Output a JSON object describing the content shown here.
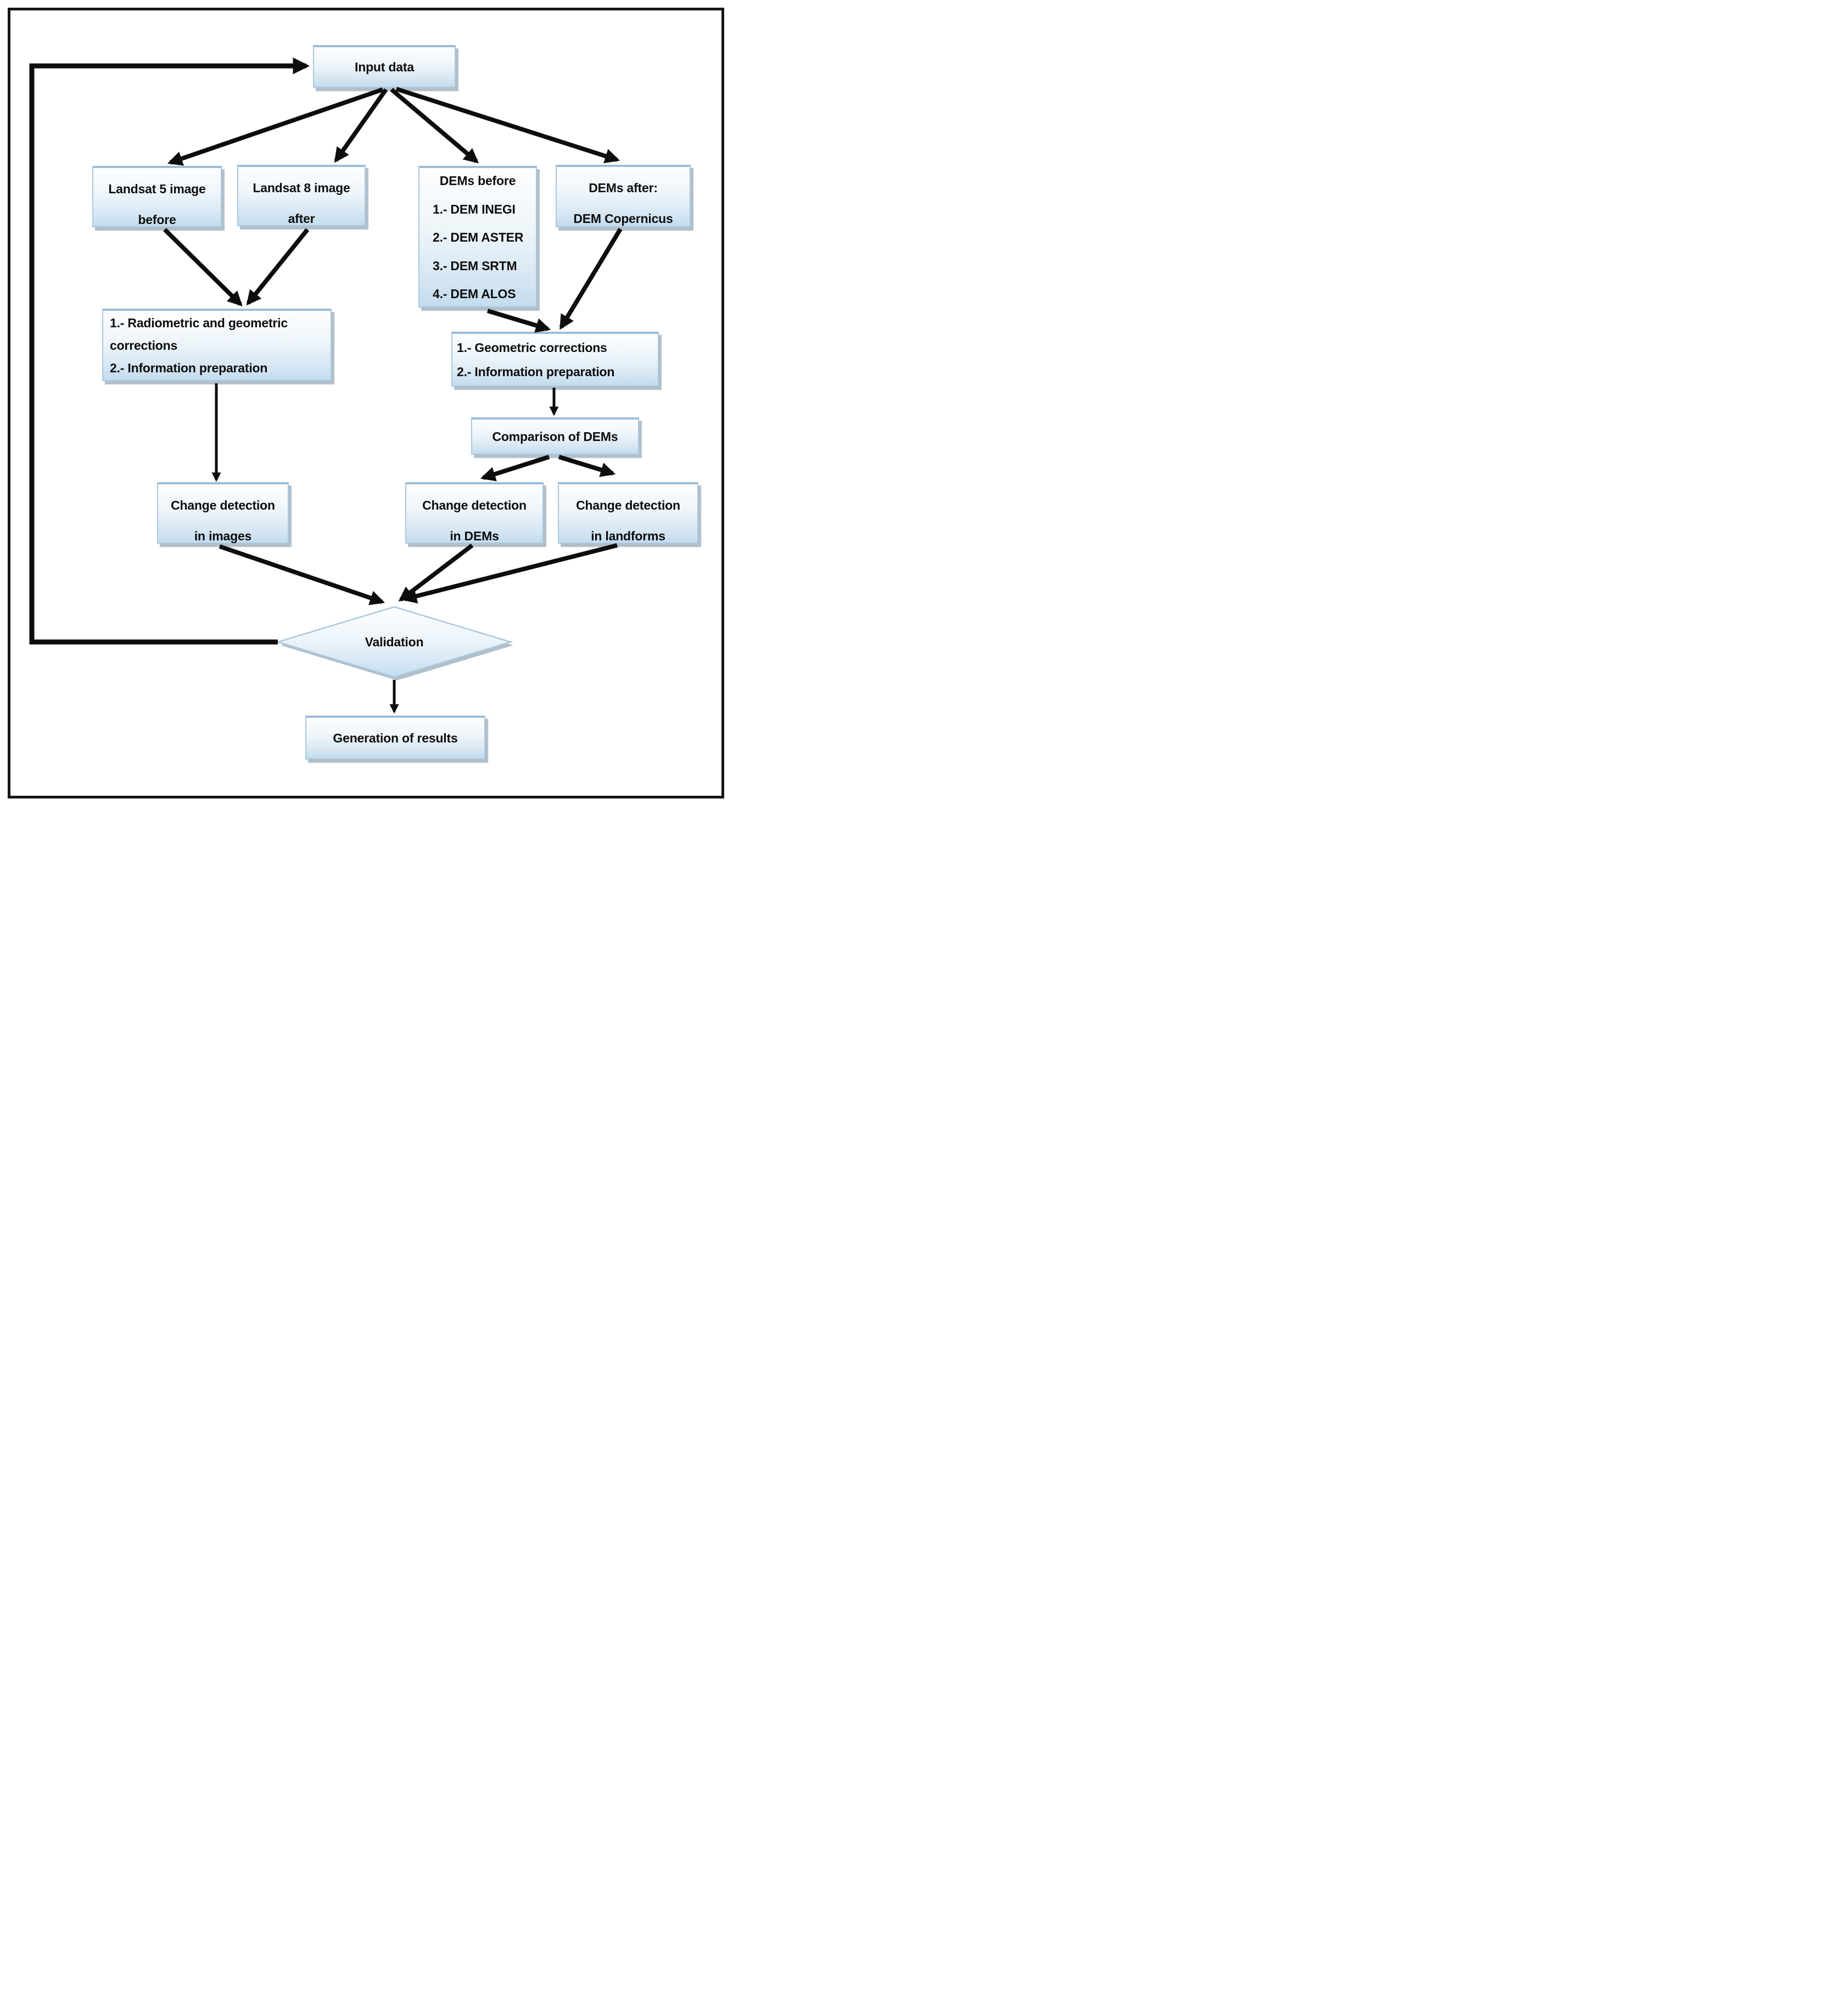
{
  "figure_type": "flowchart",
  "palette": {
    "box_fill_top": "#fdfeff",
    "box_fill_bottom": "#c3dcee",
    "box_border": "#9cbdd8",
    "box_shadow": "#b2bfc9",
    "arrow_color": "#0d0d0d",
    "text_color": "#0d0d0d",
    "frame_border": "#161616",
    "background": "#ffffff"
  },
  "nodes": {
    "input": {
      "lines": [
        "Input data"
      ]
    },
    "landsat5": {
      "lines": [
        "Landsat 5 image",
        "before"
      ]
    },
    "landsat8": {
      "lines": [
        "Landsat 8 image",
        "after"
      ]
    },
    "dems_before": {
      "lines": [
        "DEMs before",
        "1.- DEM INEGI",
        "2.- DEM ASTER",
        "3.- DEM SRTM",
        "4.- DEM ALOS"
      ]
    },
    "dems_after": {
      "lines": [
        "DEMs after:",
        "DEM Copernicus"
      ]
    },
    "radiometric": {
      "lines": [
        "1.- Radiometric and geometric",
        "corrections",
        "2.- Information preparation"
      ]
    },
    "geometric": {
      "lines": [
        "1.- Geometric corrections",
        "2.- Information preparation"
      ]
    },
    "comparison": {
      "lines": [
        "Comparison of DEMs"
      ]
    },
    "cd_images": {
      "lines": [
        "Change detection",
        "in images"
      ]
    },
    "cd_dems": {
      "lines": [
        "Change detection",
        "in DEMs"
      ]
    },
    "cd_landforms": {
      "lines": [
        "Change detection",
        "in landforms"
      ]
    },
    "validation": {
      "lines": [
        "Validation"
      ],
      "shape": "diamond"
    },
    "results": {
      "lines": [
        "Generation of results"
      ]
    }
  },
  "edges": [
    {
      "from": "input",
      "to": "landsat5"
    },
    {
      "from": "input",
      "to": "landsat8"
    },
    {
      "from": "input",
      "to": "dems_before"
    },
    {
      "from": "input",
      "to": "dems_after"
    },
    {
      "from": "landsat5",
      "to": "radiometric"
    },
    {
      "from": "landsat8",
      "to": "radiometric"
    },
    {
      "from": "radiometric",
      "to": "cd_images"
    },
    {
      "from": "dems_before",
      "to": "geometric"
    },
    {
      "from": "dems_after",
      "to": "geometric"
    },
    {
      "from": "geometric",
      "to": "comparison"
    },
    {
      "from": "comparison",
      "to": "cd_dems"
    },
    {
      "from": "comparison",
      "to": "cd_landforms"
    },
    {
      "from": "cd_images",
      "to": "validation"
    },
    {
      "from": "cd_dems",
      "to": "validation"
    },
    {
      "from": "cd_landforms",
      "to": "validation"
    },
    {
      "from": "validation",
      "to": "results"
    },
    {
      "from": "validation",
      "to": "input",
      "type": "feedback"
    }
  ]
}
